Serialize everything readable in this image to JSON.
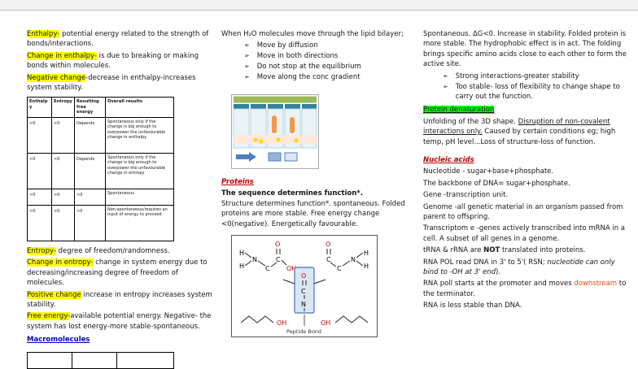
{
  "colors": {
    "highlight_yellow": "#ffff00",
    "highlight_green": "#00ff00",
    "heading_red": "#c00000",
    "heading_blue": "#0000cc",
    "downstream_orange": "#e8490e"
  },
  "left": {
    "enthalpy": {
      "term": "Enthalpy-",
      "rest": " potential energy related to the strength of bonds/interactions."
    },
    "change_enthalpy": {
      "term": "Change in enthalpy-",
      "rest": " is due to breaking or making bonds within molecules."
    },
    "negative_change": {
      "term": "Negative change",
      "rest": "-decrease in enthalpy-increases system stability."
    },
    "table": {
      "headers": [
        "Enthalpy",
        "Entropy",
        "Resulting free energy",
        "Overall results"
      ],
      "rows": [
        [
          ">0",
          ">0",
          "Depends",
          "Spontaneous only if the change is big enough to overpower the unfavourable change in enthalpy"
        ],
        [
          "<0",
          "<0",
          "Depends",
          "Spontaneous only if the change is big enough to overpower the unfavourable change in entropy"
        ],
        [
          "<0",
          ">0",
          "<0",
          "Spontaneous"
        ],
        [
          ">0",
          "<0",
          ">0",
          "Non-spontaneous/requires an input of energy to proceed"
        ]
      ]
    },
    "entropy": {
      "term": "Entropy-",
      "rest": " degree of freedom/randomness."
    },
    "change_entropy": {
      "term": "Change in entropy-",
      "rest": " change in system energy due to decreasing/increasing degree of freedom of molecules."
    },
    "positive_change": {
      "term": "Positive change",
      "rest": " increase in entropy increases system stability."
    },
    "free_energy": {
      "term": "Free energy-",
      "rest": "available potential energy. Negative- the system has lost energy-more stable-spontaneous."
    },
    "macromolecules_heading": "Macromolecules"
  },
  "middle": {
    "intro": "When H₂O molecules move through the lipid bilayer;",
    "bullet_glyph": "➢",
    "bullets": [
      "Move by diffusion",
      "Move in both directions",
      "Do not stop at the equilibrium",
      "Move along the conc gradient"
    ],
    "proteins_heading": "Proteins",
    "sequence_bold": "The sequence determines function*.",
    "sequence_rest": "Structure determines function*. spontaneous. Folded proteins are more stable. Free energy change <0(negative). Energetically favourable.",
    "peptide": {
      "caption": "Peptide Bond",
      "labels": {
        "H": "H",
        "N": "N",
        "C": "C",
        "O": "O",
        "OH": "OH"
      }
    }
  },
  "right": {
    "p1": "Spontaneous. ΔG<0. Increase in stability. Folded protein is more stable. The hydrophobic effect is in act. The folding brings specific amino acids close to each other to form the active site.",
    "bullets": [
      "Strong interactions-greater stability",
      "Too stable- loss of flexibility to change shape to carry out the function."
    ],
    "denaturation_heading": "Protein denaturation",
    "denaturation": {
      "a": "Unfolding of the 3D shape. ",
      "underlined": "Disruption of non-covalent interactions only.",
      "b": " Caused by certain conditions eg; high temp, pH level...Loss of structure-loss of function."
    },
    "nucleic_heading": "Nucleic acids",
    "nucleotide": "Nucleotide - sugar+base+phosphate.",
    "backbone": "The backbone of DNA= sugar+phosphate.",
    "gene": "Gene -transcription unit.",
    "genome": "Genome -all genetic material in an organism passed from parent to offspring.",
    "transcriptome": "Transcriptom e -genes actively transcribed into mRNA in a cell. A subset of all genes in a genome.",
    "trna": {
      "a": "tRNA & rRNA are ",
      "bold": "NOT",
      "b": " translated into proteins."
    },
    "rnapol": {
      "a": "RNA POL read DNA in 3' to 5'( RSN; ",
      "italic": "nucleotide can only bind to -OH at 3' end",
      "b": ")."
    },
    "promoter": {
      "a": "RNA poll starts at the promoter and moves ",
      "colored": "downstream",
      "b": " to the terminator."
    },
    "stability": "RNA is less stable than DNA."
  }
}
